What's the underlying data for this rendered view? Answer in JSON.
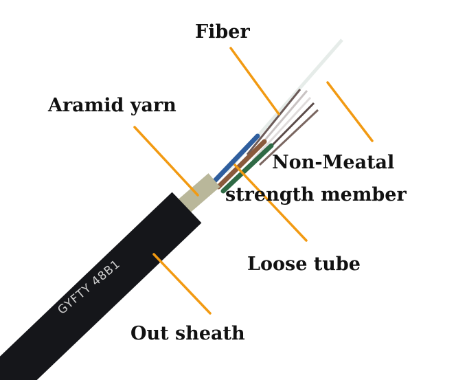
{
  "labels": {
    "fiber": "Fiber",
    "aramid": "Aramid yarn",
    "strength_line1": "Non-Meatal",
    "strength_line2": "strength member",
    "loose_tube": "Loose tube",
    "sheath": "Out sheath"
  },
  "cable_print": "GYFTY 48B1",
  "colors": {
    "leader": "#f29a12",
    "jacket": "#15161a",
    "tube_blue": "#2f5e9e",
    "tube_brown": "#8a5a3c",
    "tube_green": "#2f6a45"
  }
}
